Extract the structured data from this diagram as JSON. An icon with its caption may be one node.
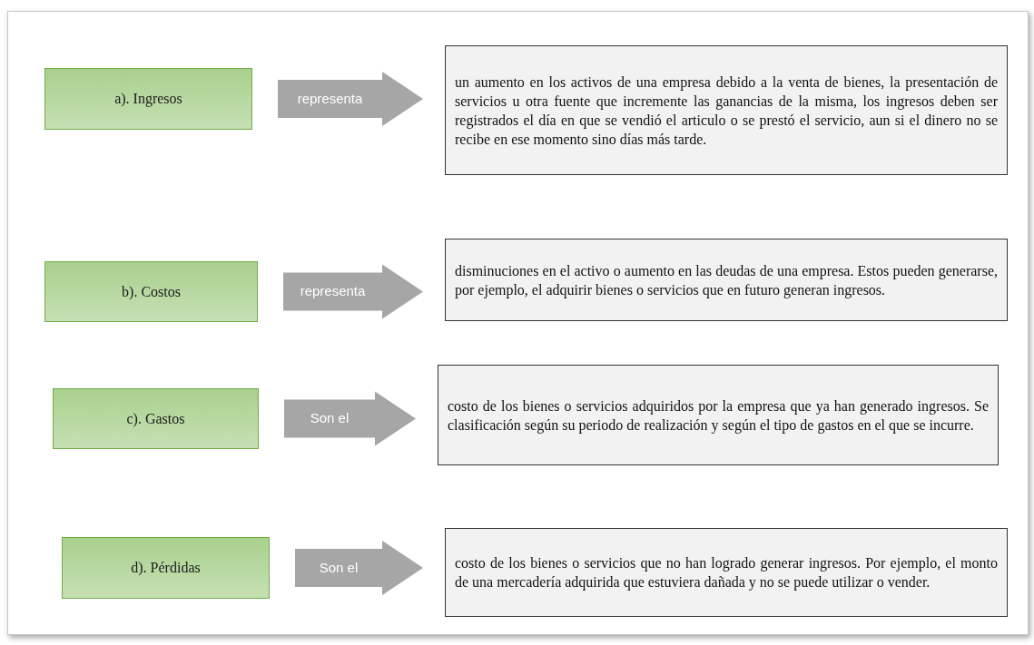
{
  "diagram": {
    "nodes": [
      {
        "text": [
          "a). Ingresos"
        ]
      },
      {
        "text": [
          "un aumento en los activos de una empresa debido a la venta de bienes, la presentación de servicios u otra fuente que incremente las ganancias de la misma, los ingresos deben ser registrados el día en que se vendió el articulo o se prestó el servicio, aun si el dinero no se recibe en ese momento sino días más tarde."
        ]
      },
      {
        "text": [
          "b). Costos"
        ]
      },
      {
        "text": [
          "disminuciones en el activo o aumento en las deudas de una empresa. Estos pueden generarse, por ejemplo, el adquirir bienes o servicios que en futuro generan ingresos."
        ]
      },
      {
        "text": [
          "c). Gastos"
        ]
      },
      {
        "text": [
          "costo de los bienes o servicios adquiridos por la empresa que ya han generado ingresos. Se clasificación según su periodo de realización y según el tipo de gastos en el que se incurre."
        ]
      },
      {
        "text": [
          "d). Pérdidas"
        ]
      },
      {
        "text": [
          "costo de los bienes o servicios que no han logrado generar ingresos. Por ejemplo, el monto de una mercadería adquirida que estuviera dañada y no se puede utilizar o vender."
        ]
      }
    ],
    "edges": [
      {
        "from": 0,
        "to": 1,
        "arrow": "to",
        "label": "representa"
      },
      {
        "from": 2,
        "to": 3,
        "arrow": "to",
        "label": "representa"
      },
      {
        "from": 4,
        "to": 5,
        "arrow": "to",
        "label": "Son el"
      },
      {
        "from": 6,
        "to": 7,
        "arrow": "to",
        "label": "Son el"
      }
    ]
  }
}
